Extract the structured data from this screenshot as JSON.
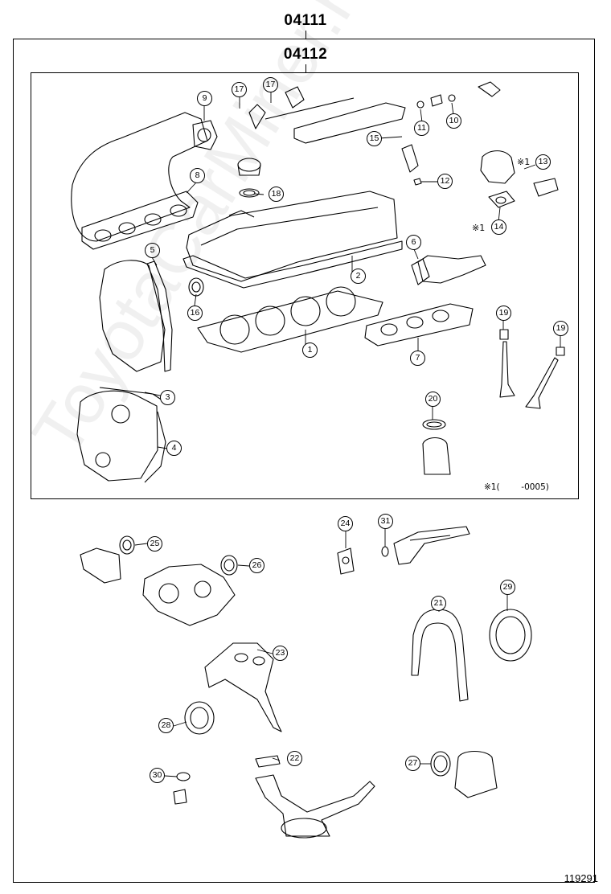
{
  "assembly_numbers": {
    "outer": "04111",
    "inner": "04112"
  },
  "callouts": [
    "1",
    "2",
    "3",
    "4",
    "5",
    "6",
    "7",
    "8",
    "9",
    "10",
    "11",
    "12",
    "13",
    "14",
    "15",
    "16",
    "17",
    "17",
    "18",
    "19",
    "19",
    "20",
    "21",
    "22",
    "23",
    "24",
    "25",
    "26",
    "27",
    "28",
    "29",
    "30",
    "31"
  ],
  "note_marks": {
    "mark_13": "※1",
    "mark_14": "※1"
  },
  "footnote": {
    "mark": "※1",
    "text": "(        -0005)"
  },
  "figure_number": "119291",
  "watermark": "ToyotaCarMiner.ru",
  "colors": {
    "line": "#000000",
    "background": "#ffffff"
  }
}
